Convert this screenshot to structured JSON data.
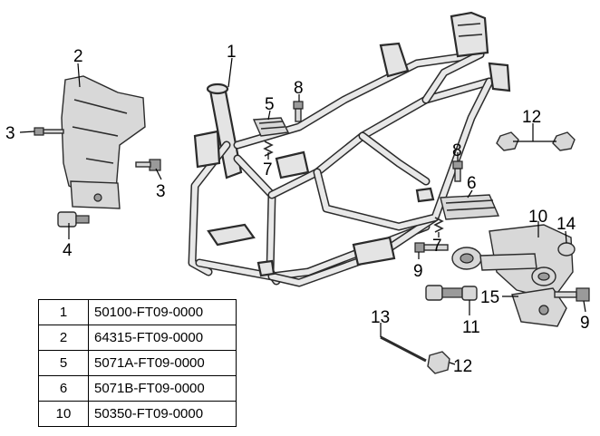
{
  "callouts": {
    "c1": "1",
    "c2": "2",
    "c3a": "3",
    "c3b": "3",
    "c4": "4",
    "c5": "5",
    "c6": "6",
    "c7a": "7",
    "c7b": "7",
    "c8a": "8",
    "c8b": "8",
    "c9a": "9",
    "c9b": "9",
    "c10": "10",
    "c11": "11",
    "c12a": "12",
    "c12b": "12",
    "c13": "13",
    "c14": "14",
    "c15": "15"
  },
  "parts_table": [
    {
      "ref": "1",
      "part_number": "50100-FT09-0000"
    },
    {
      "ref": "2",
      "part_number": "64315-FT09-0000"
    },
    {
      "ref": "5",
      "part_number": "5071A-FT09-0000"
    },
    {
      "ref": "6",
      "part_number": "5071B-FT09-0000"
    },
    {
      "ref": "10",
      "part_number": "50350-FT09-0000"
    }
  ]
}
